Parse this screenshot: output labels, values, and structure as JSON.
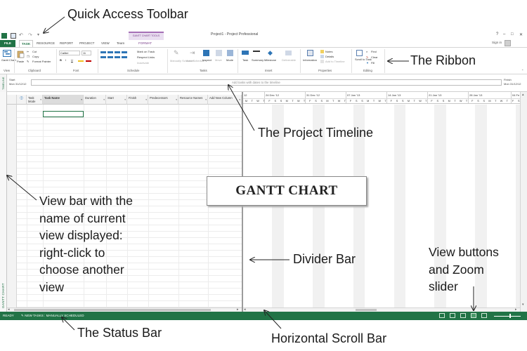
{
  "annotations": {
    "quick_access": "Quick Access Toolbar",
    "ribbon": "The Ribbon",
    "timeline": "The Project Timeline",
    "viewbar": [
      "View bar with the",
      "name of current",
      "view displayed:",
      "right-click to",
      "choose another",
      "view"
    ],
    "divider": "Divider Bar",
    "view_buttons": [
      "View buttons",
      "and Zoom",
      "slider"
    ],
    "status_bar": "The Status Bar",
    "hscroll": "Horizontal Scroll Bar",
    "gantt_chart": "GANTT CHART"
  },
  "window": {
    "title": "Project1 - Project Professional",
    "contextual_tab_group": "GANTT CHART TOOLS",
    "controls": [
      "?",
      "–",
      "□",
      "✕"
    ],
    "sign_in": "Sign in"
  },
  "tabs": [
    "FILE",
    "TASK",
    "RESOURCE",
    "REPORT",
    "PROJECT",
    "VIEW",
    "Team",
    "FORMAT"
  ],
  "ribbon": {
    "view": {
      "button": "Gantt Chart",
      "group": "View"
    },
    "clipboard": {
      "paste": "Paste",
      "cut": "Cut",
      "copy": "Copy",
      "format_painter": "Format Painter",
      "group": "Clipboard"
    },
    "font": {
      "family": "Calibri",
      "size": "11",
      "bold": "B",
      "italic": "I",
      "underline": "U",
      "group": "Font"
    },
    "schedule": {
      "mark_on_track": "Mark on Track",
      "respect_links": "Respect Links",
      "inactivate": "Inactivate",
      "group": "Schedule"
    },
    "tasks": {
      "manually_schedule": "Manually Schedule",
      "auto_schedule": "Auto Schedule",
      "inspect": "Inspect",
      "move": "Move",
      "mode": "Mode",
      "group": "Tasks"
    },
    "insert": {
      "task": "Task",
      "summary": "Summary",
      "milestone": "Milestone",
      "deliverable": "Deliverable",
      "group": "Insert"
    },
    "properties": {
      "information": "Information",
      "notes": "Notes",
      "details": "Details",
      "add_to_timeline": "Add to Timeline",
      "group": "Properties"
    },
    "editing": {
      "scroll_to_task": "Scroll to Task",
      "find": "Find",
      "clear": "Clear",
      "fill": "Fill",
      "group": "Editing"
    }
  },
  "timeline": {
    "side_label": "TIMELINE",
    "start_label": "Start",
    "start_date": "Mon 31/12/12",
    "finish_label": "Finish",
    "finish_date": "Mon 31/12/12",
    "hint": "Add tasks with dates to the timeline"
  },
  "columns": [
    "Task Mode",
    "Task Name",
    "Duration",
    "Start",
    "Finish",
    "Predecessors",
    "Resource Names",
    "Add New Column"
  ],
  "view_name": "GANTT CHART",
  "gantt_weeks": [
    "12",
    "24 Dec '12",
    "31 Dec '12",
    "07 Jan '13",
    "14 Jan '13",
    "21 Jan '13",
    "28 Jan '13",
    "04 Fe"
  ],
  "day_letters": [
    "M",
    "T",
    "W",
    "T",
    "F",
    "S",
    "S"
  ],
  "status": {
    "ready": "READY",
    "new_tasks": "NEW TASKS : MANUALLY SCHEDULED"
  }
}
